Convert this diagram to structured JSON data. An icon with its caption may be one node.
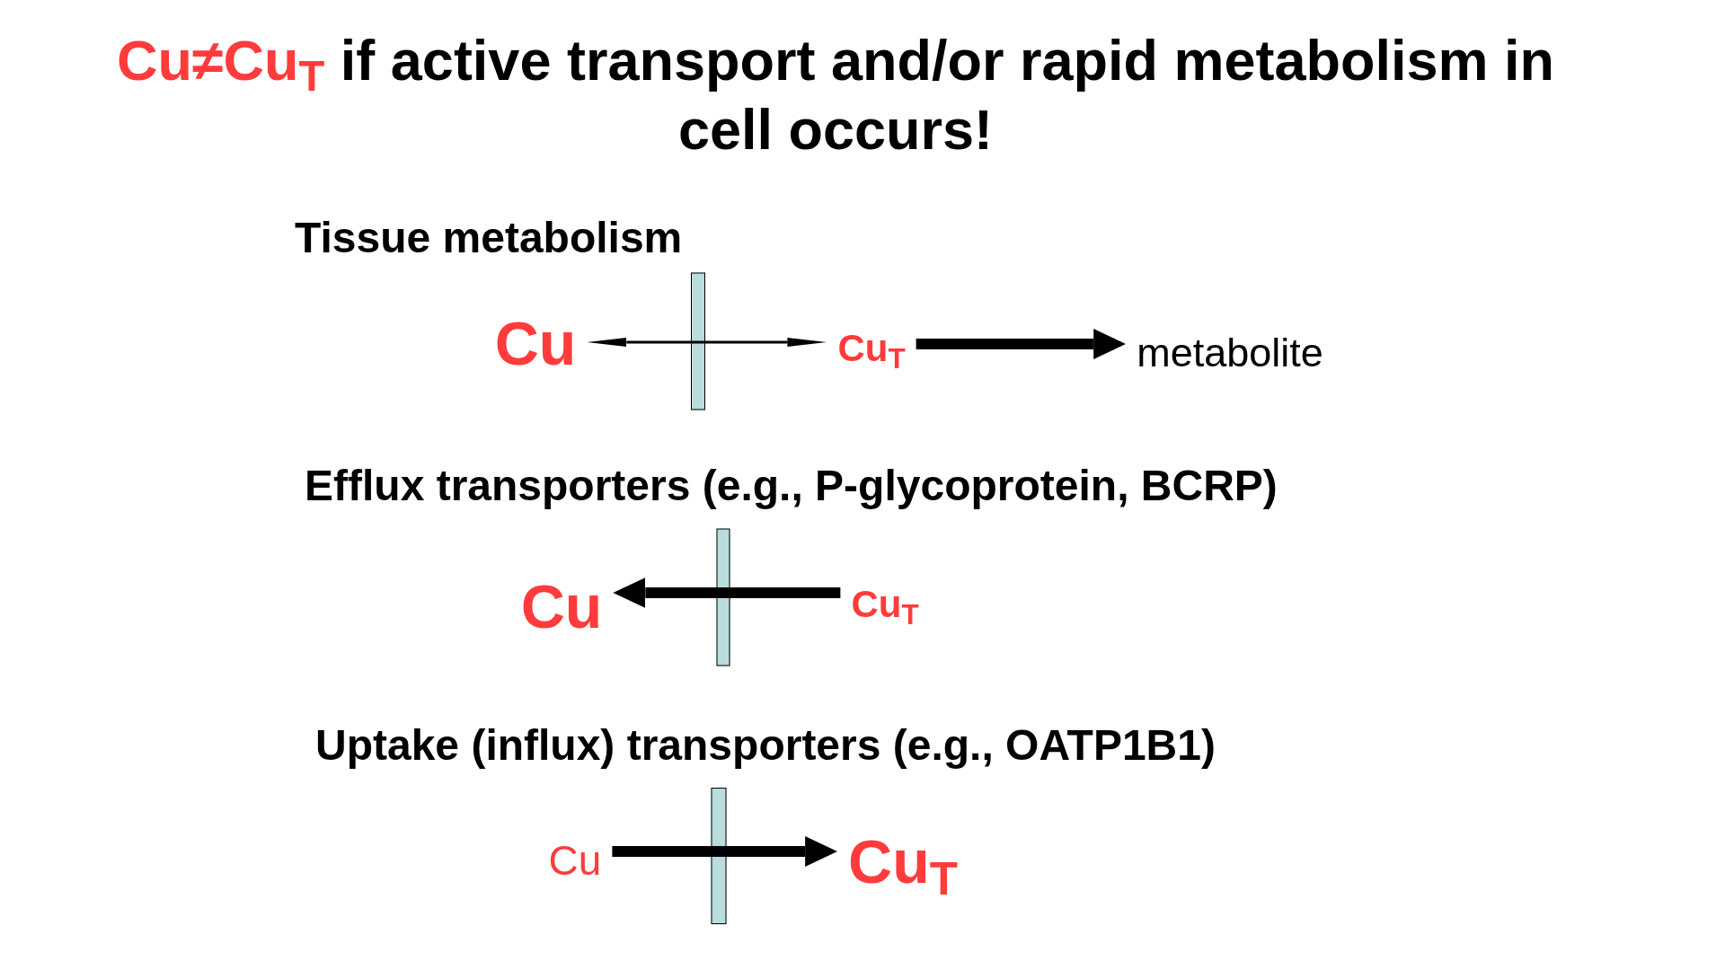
{
  "diagram": {
    "title": "Cu≠Cu$_{T}$ if active transport and/or rapid metabolism in cell occurs!",
    "nodes": [
      {
        "text": [
          "Cu"
        ]
      },
      {
        "text": [],
        "shape": "bar"
      },
      {
        "text": [
          "Cu$_{T}$"
        ]
      },
      {
        "text": [
          "metabolite"
        ]
      },
      {
        "text": [
          "Cu"
        ]
      },
      {
        "text": [],
        "shape": "bar"
      },
      {
        "text": [
          "Cu$_{T}$"
        ]
      },
      {
        "text": [
          "Cu"
        ]
      },
      {
        "text": [],
        "shape": "bar"
      },
      {
        "text": [
          "Cu$_{T}$"
        ]
      }
    ],
    "edges": [
      {
        "from": 0,
        "to": 2,
        "arrow": "both"
      },
      {
        "from": 2,
        "to": 3,
        "arrow": "to"
      },
      {
        "from": 6,
        "to": 4,
        "arrow": "to"
      },
      {
        "from": 7,
        "to": 9,
        "arrow": "to"
      }
    ],
    "labels": [
      "Tissue metabolism",
      "Efflux transporters (e.g., P-glycoprotein, BCRP)",
      "Uptake (influx) transporters (e.g., OATP1B1)"
    ]
  }
}
